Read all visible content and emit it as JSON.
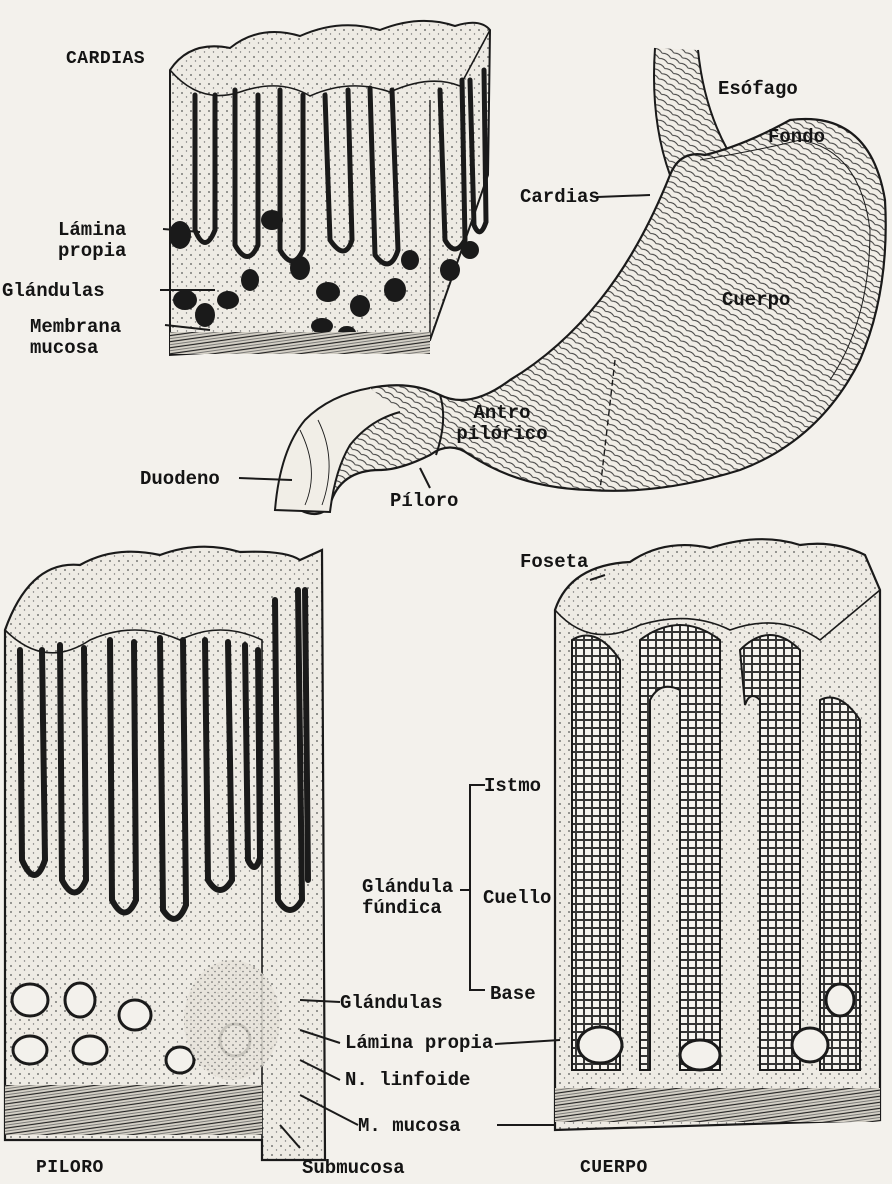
{
  "diagram": {
    "panels": {
      "cardias": {
        "title": "CARDIAS",
        "labels": {
          "lamina_propia": "Lámina propia",
          "glandulas": "Glándulas",
          "membrana_mucosa": "Membrana mucosa"
        }
      },
      "stomach": {
        "labels": {
          "esofago": "Esófago",
          "fondo": "Fondo",
          "cardias": "Cardias",
          "cuerpo": "Cuerpo",
          "antro_pilorico": "Antro pilórico",
          "duodeno": "Duodeno",
          "piloro": "Píloro"
        }
      },
      "piloro": {
        "title": "PILORO",
        "labels": {
          "glandulas": "Glándulas",
          "lamina_propia": "Lámina propia",
          "n_linfoide": "N. linfoide",
          "m_mucosa": "M. mucosa",
          "submucosa": "Submucosa"
        }
      },
      "cuerpo": {
        "title": "CUERPO",
        "labels": {
          "foseta": "Foseta",
          "glandula_fundica": "Glándula fúndica",
          "istmo": "Istmo",
          "cuello": "Cuello",
          "base": "Base"
        }
      }
    }
  }
}
